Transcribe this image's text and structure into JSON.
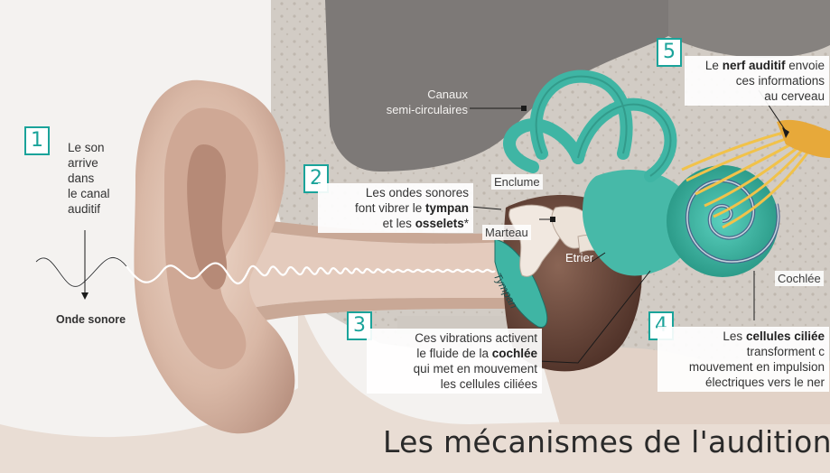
{
  "title": "Les mécanismes de l'audition",
  "steps": [
    {
      "number": "1",
      "text_lines": [
        "Le son",
        "arrive",
        "dans",
        "le canal",
        "auditif"
      ]
    },
    {
      "number": "2",
      "line1": "Les ondes sonores",
      "line2_pre": "font vibrer le ",
      "line2_bold": "tympan",
      "line3_pre": "et les ",
      "line3_bold": "osselets",
      "line3_post": "*"
    },
    {
      "number": "3",
      "line1": "Ces vibrations activent",
      "line2_pre": "le fluide de la ",
      "line2_bold": "cochlée",
      "line3": "qui met en mouvement",
      "line4": "les cellules ciliées"
    },
    {
      "number": "4",
      "line1_pre": "Les ",
      "line1_bold": "cellules ciliée",
      "line2": "transforment c",
      "line3": "mouvement en impulsion",
      "line4": "électriques vers le ner"
    },
    {
      "number": "5",
      "line1_pre": "Le ",
      "line1_bold": "nerf auditif",
      "line1_post": " envoie",
      "line2": "ces informations",
      "line3": "au cerveau"
    }
  ],
  "labels": {
    "canaux_line1": "Canaux",
    "canaux_line2": "semi-circulaires",
    "enclume": "Enclume",
    "marteau": "Marteau",
    "etrier": "Etrier",
    "tympan": "Tympan",
    "cochlee": "Cochlée",
    "onde_sonore": "Onde sonore"
  },
  "colors": {
    "accent_teal": "#1aa39a",
    "skin": "#e2c6b4",
    "skin_dark": "#b88f7a",
    "bone": "#cfcac4",
    "cochlea": "#3fb5a4",
    "nerve": "#f1c24a",
    "canal_dark": "#5a3a2e"
  }
}
